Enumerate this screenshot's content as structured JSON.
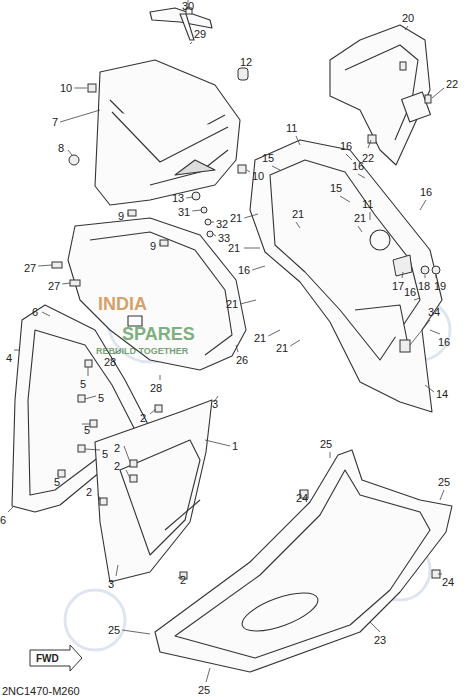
{
  "diagram": {
    "labels": [
      "30",
      "29",
      "12",
      "10",
      "7",
      "8",
      "10",
      "9",
      "13",
      "31",
      "9",
      "32",
      "33",
      "20",
      "22",
      "11",
      "16",
      "15",
      "16",
      "22",
      "11",
      "15",
      "16",
      "21",
      "21",
      "21",
      "21",
      "16",
      "17",
      "18",
      "19",
      "16",
      "21",
      "21",
      "21",
      "34",
      "16",
      "14",
      "27",
      "27",
      "6",
      "28",
      "26",
      "4",
      "5",
      "5",
      "5",
      "5",
      "5",
      "28",
      "3",
      "2",
      "1",
      "2",
      "2",
      "2",
      "6",
      "3",
      "2",
      "25",
      "24",
      "25",
      "24",
      "23",
      "25",
      "25",
      "FWD",
      "2NC1470-M260",
      "INDIA",
      "SPARES",
      "REBUILD TOGETHER"
    ]
  }
}
